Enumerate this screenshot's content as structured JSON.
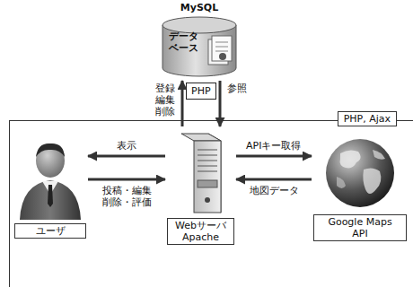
{
  "diagram": {
    "nodes": [
      {
        "text": [
          "MySQL",
          "データ ベース"
        ]
      },
      {
        "text": [
          "PHP"
        ]
      },
      {
        "text": [
          "PHP, Ajax"
        ]
      },
      {
        "text": [
          "ユーザ"
        ],
        "in": 2
      },
      {
        "text": [
          "Webサーバ Apache"
        ],
        "in": 2
      },
      {
        "text": [
          "Google Maps API"
        ],
        "in": 2
      }
    ],
    "edges": [
      {
        "from": 4,
        "to": 0,
        "label": "登録 編集 削除",
        "arrow": "to"
      },
      {
        "from": 0,
        "to": 4,
        "label": "参照",
        "arrow": "to"
      },
      {
        "from": 4,
        "to": 3,
        "label": "表示",
        "arrow": "to"
      },
      {
        "from": 3,
        "to": 4,
        "label": "投稿・編集 削除・評価",
        "arrow": "to"
      },
      {
        "from": 4,
        "to": 5,
        "label": "APIキー取得",
        "arrow": "to"
      },
      {
        "from": 5,
        "to": 4,
        "label": "地図データ",
        "arrow": "to"
      }
    ]
  }
}
